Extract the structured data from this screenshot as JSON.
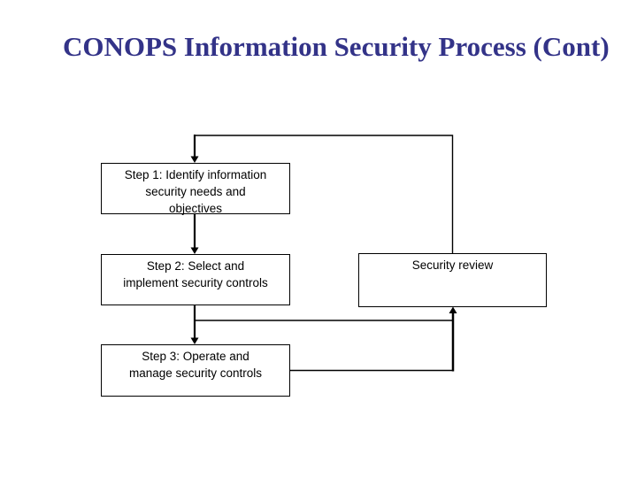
{
  "slide": {
    "title": "CONOPS Information Security Process (Cont)"
  },
  "diagram": {
    "boxes": {
      "step1": {
        "lines": [
          "Step 1: Identify information",
          "security needs and",
          "objectives"
        ]
      },
      "step2": {
        "lines": [
          "Step 2: Select and",
          "implement security controls"
        ]
      },
      "step3": {
        "lines": [
          "Step 3: Operate and",
          "manage security controls"
        ]
      },
      "review": {
        "lines": [
          "Security review"
        ]
      }
    },
    "connections": [
      "security-review -> step1 (feedback loop, arrow into top of step1)",
      "step1 -> step2 (arrow down)",
      "step2 -> step3 (arrow down)",
      "step2/step3 -> security-review (arrow up into bottom of review box)"
    ]
  },
  "colors": {
    "title_text": "#333388",
    "connector": "#000000",
    "box_border": "#000000",
    "background": "#ffffff"
  }
}
